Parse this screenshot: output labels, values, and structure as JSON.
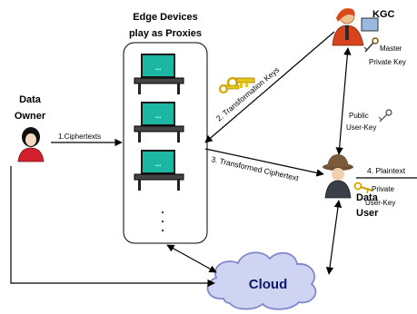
{
  "edge": {
    "title_line1": "Edge Devices",
    "title_line2": "play as Proxies"
  },
  "owner": {
    "label_line1": "Data",
    "label_line2": "Owner"
  },
  "kgc": {
    "label": "KGC",
    "key_line1": "Master",
    "key_line2": "Private Key"
  },
  "user": {
    "label_line1": "Data",
    "label_line2": "User",
    "key_line1": "Private",
    "key_line2": "User-Key"
  },
  "public_key": {
    "line1": "Public",
    "line2": "User-Key"
  },
  "cloud": {
    "label": "Cloud"
  },
  "edges": {
    "e1": "1.Ciphertexts",
    "e2": "2. Transformation Keys",
    "e3": "3. Transformed Ciphertext",
    "e4": "4. Plaintext"
  },
  "colors": {
    "screen": "#1bb7a2",
    "cloud_fill": "#cfd4f2",
    "cloud_stroke": "#8088c8",
    "cloud_text": "#0d1a6b",
    "key_gold": "#e8c51a",
    "owner_shirt": "#d21f2c",
    "kgc_shirt": "#d6431c",
    "hat": "#7a5a3a",
    "user_suit": "#3b4048"
  }
}
